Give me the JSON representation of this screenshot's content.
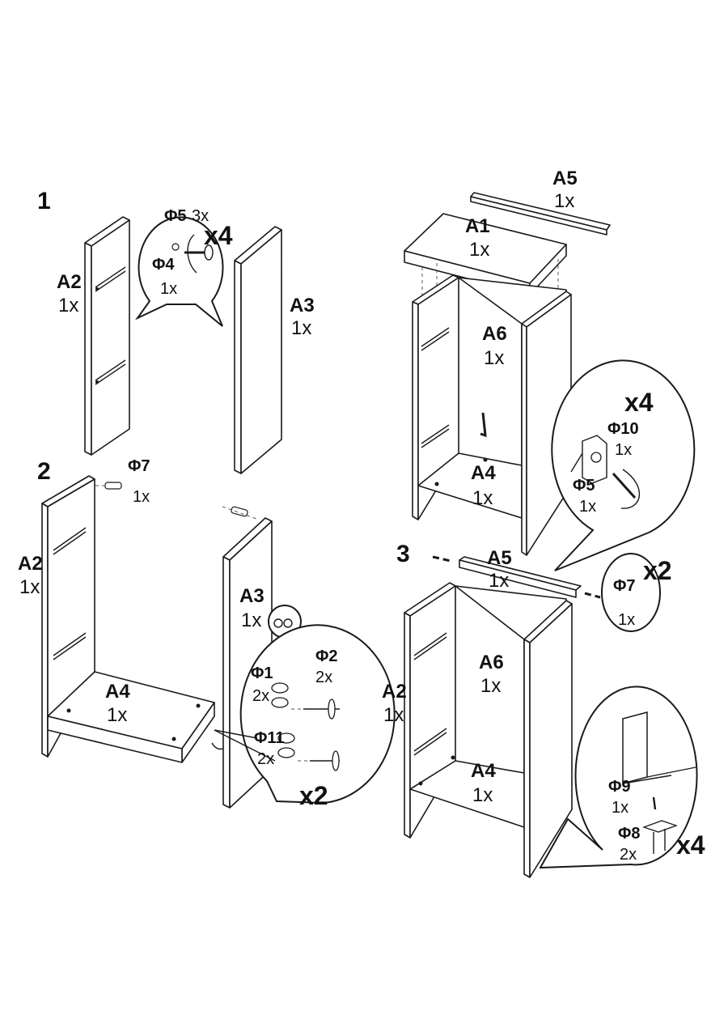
{
  "steps": [
    {
      "number": "1",
      "parts": [
        {
          "code": "A2",
          "qty": "1x"
        },
        {
          "code": "A3",
          "qty": "1x"
        }
      ],
      "callout": {
        "items": [
          {
            "code": "Φ5",
            "qty": "3x"
          },
          {
            "code": "Φ4",
            "qty": "1x"
          }
        ],
        "multiplier": "x4"
      }
    },
    {
      "number": "2",
      "parts": [
        {
          "code": "A2",
          "qty": "1x"
        },
        {
          "code": "A3",
          "qty": "1x"
        },
        {
          "code": "A4",
          "qty": "1x"
        }
      ],
      "hardware": [
        {
          "code": "Φ7",
          "qty": "1x"
        }
      ],
      "callout": {
        "items": [
          {
            "code": "Φ1",
            "qty": "2x"
          },
          {
            "code": "Φ2",
            "qty": "2x"
          },
          {
            "code": "Φ11",
            "qty": "2x"
          }
        ],
        "multiplier": "x2"
      }
    },
    {
      "number": "3",
      "parts": [
        {
          "code": "A5",
          "qty": "1x"
        },
        {
          "code": "A2",
          "qty": "1x"
        },
        {
          "code": "A6",
          "qty": "1x"
        },
        {
          "code": "A4",
          "qty": "1x"
        }
      ],
      "callout_dowel": {
        "items": [
          {
            "code": "Φ7",
            "qty": "1x"
          }
        ],
        "multiplier": "x2"
      },
      "callout_feet": {
        "items": [
          {
            "code": "Φ9",
            "qty": "1x"
          },
          {
            "code": "Φ8",
            "qty": "2x"
          }
        ],
        "multiplier": "x4"
      }
    },
    {
      "number": "",
      "parts": [
        {
          "code": "A5",
          "qty": "1x"
        },
        {
          "code": "A1",
          "qty": "1x"
        },
        {
          "code": "A6",
          "qty": "1x"
        },
        {
          "code": "A4",
          "qty": "1x"
        }
      ],
      "callout": {
        "items": [
          {
            "code": "Φ10",
            "qty": "1x"
          },
          {
            "code": "Φ5",
            "qty": "1x"
          }
        ],
        "multiplier": "x4"
      }
    }
  ]
}
